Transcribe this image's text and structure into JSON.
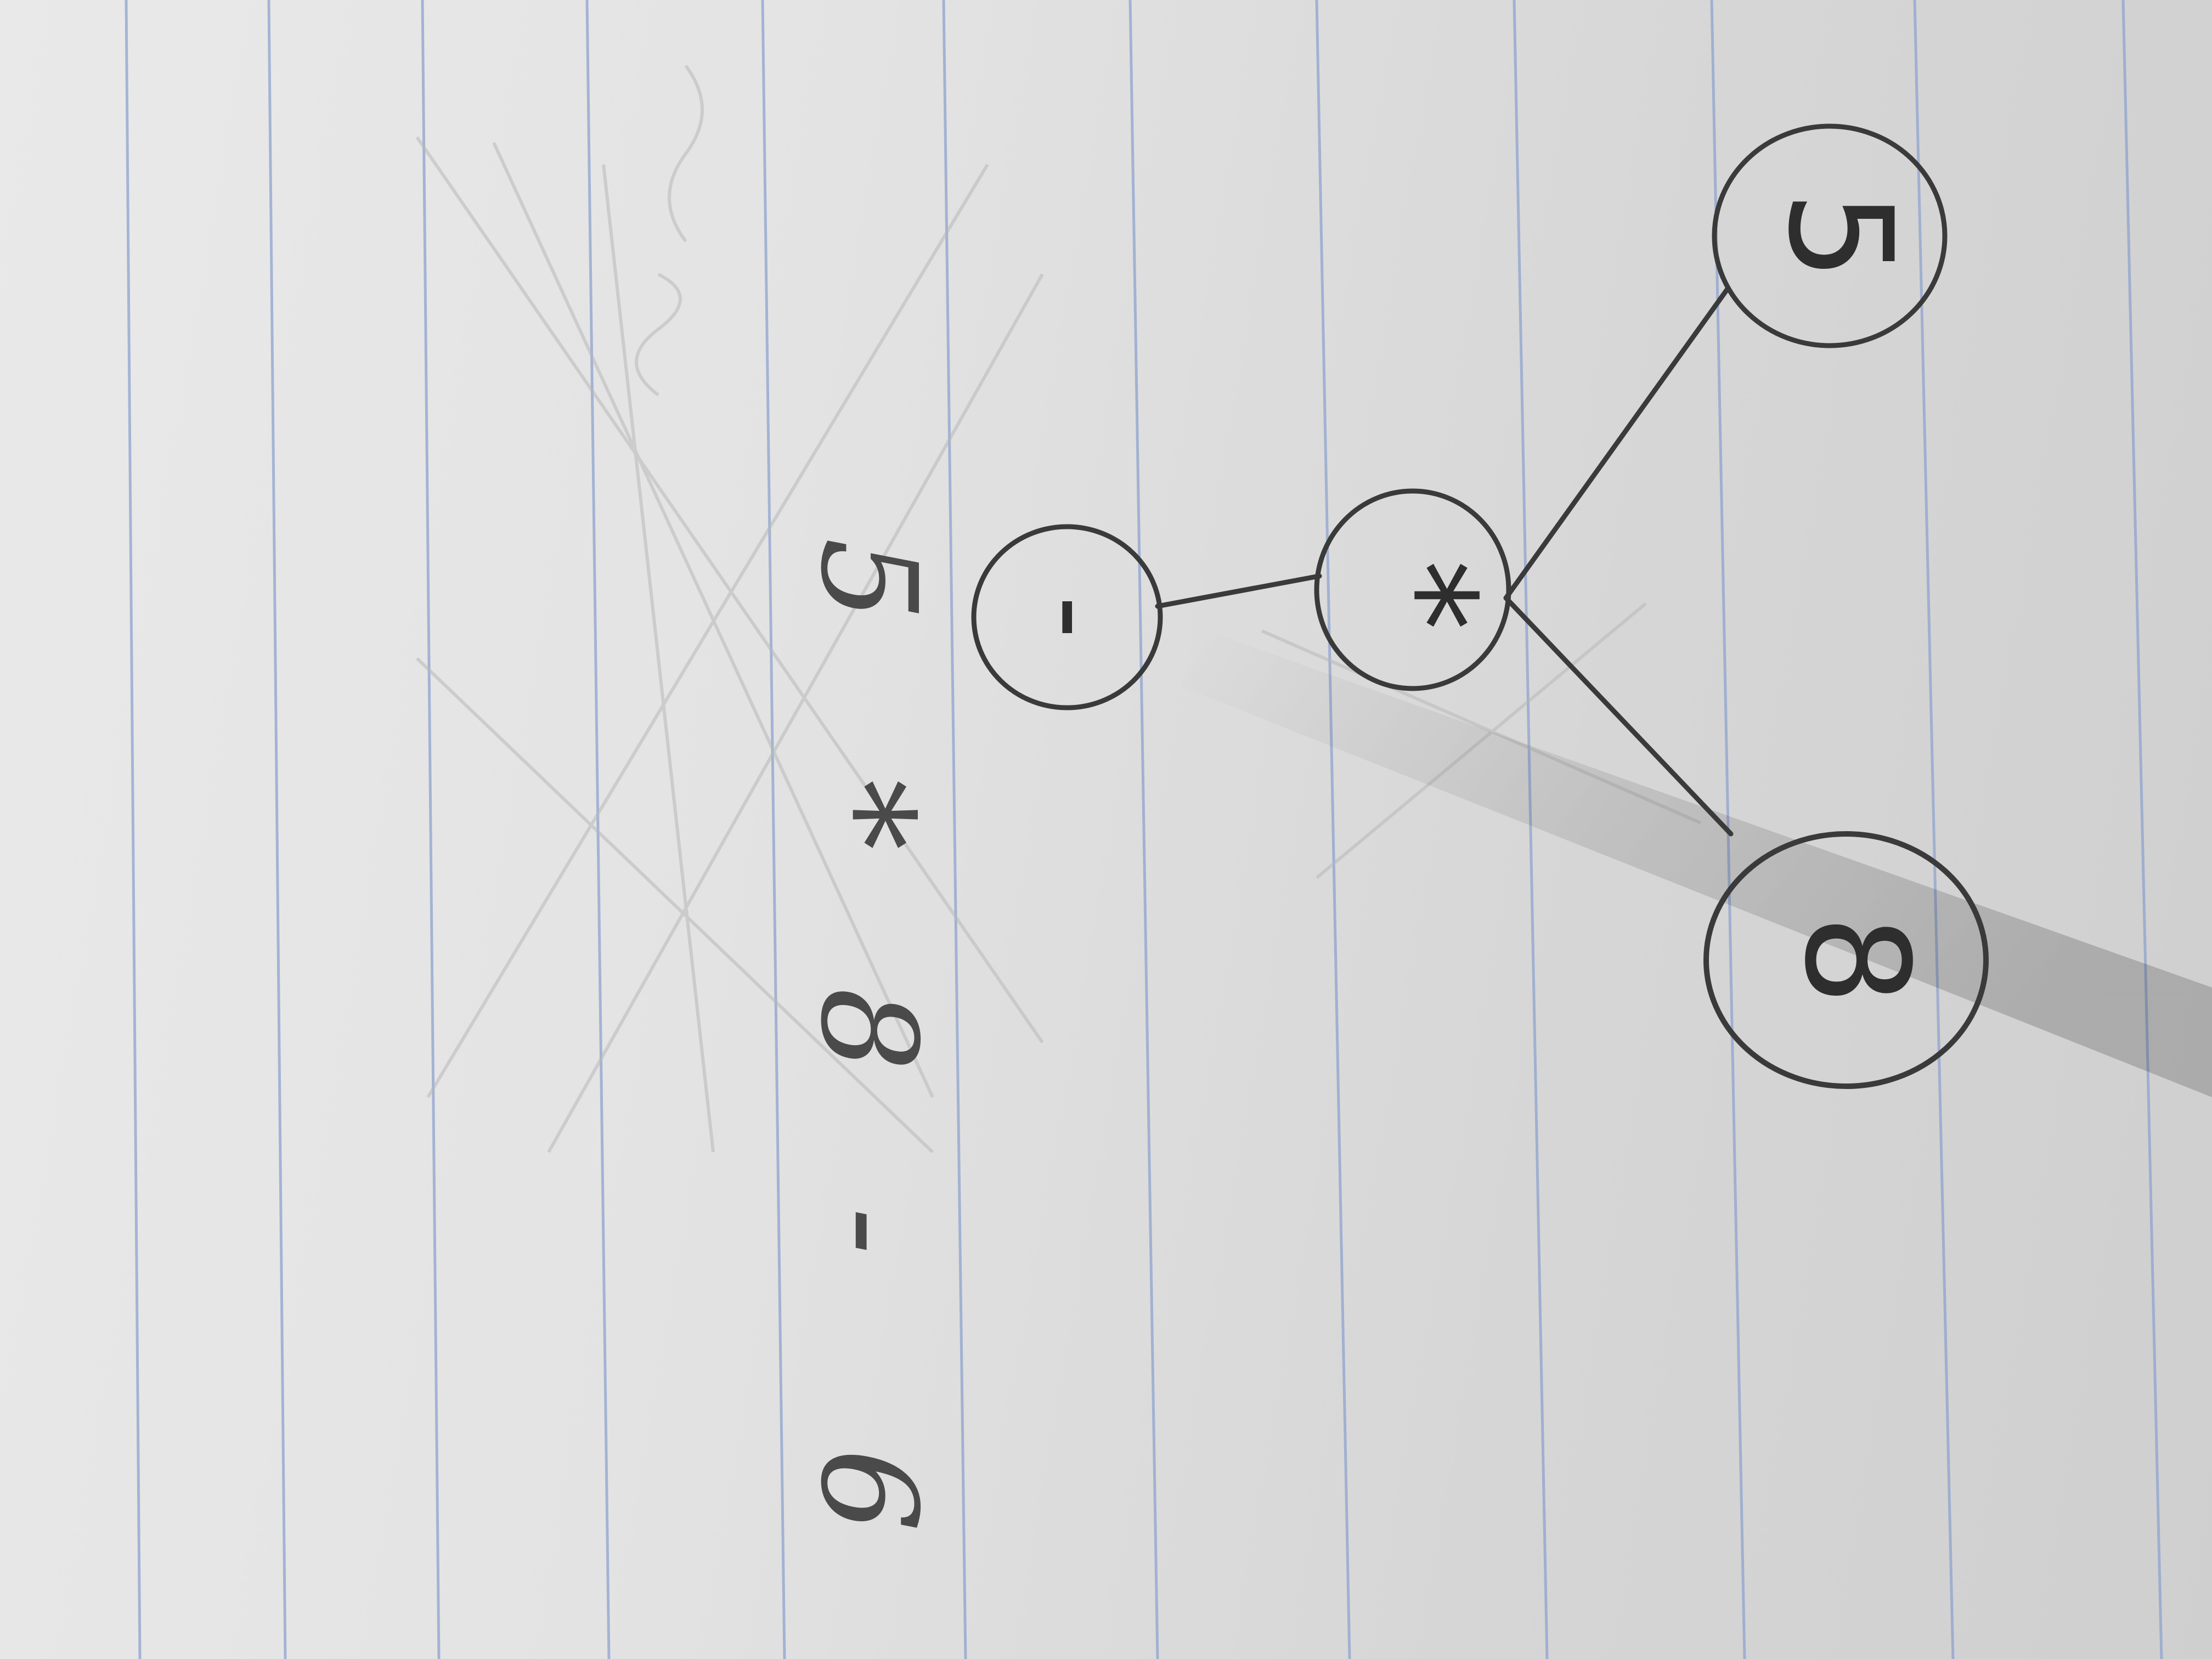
{
  "expression": {
    "tokens": [
      "5",
      "*",
      "8",
      "-",
      "6"
    ]
  },
  "tree": {
    "nodes": [
      {
        "id": "minus",
        "label": "-"
      },
      {
        "id": "times",
        "label": "*"
      },
      {
        "id": "five",
        "label": "5"
      },
      {
        "id": "eight",
        "label": "8"
      }
    ],
    "edges": [
      {
        "from": "minus",
        "to": "times"
      },
      {
        "from": "times",
        "to": "five"
      },
      {
        "from": "times",
        "to": "eight"
      }
    ]
  },
  "colors": {
    "paper": "#e6e6e6",
    "rule_lines": "#8fa3cf",
    "pencil": "#3a3a3a",
    "erased_pencil": "#b8b8b8"
  }
}
